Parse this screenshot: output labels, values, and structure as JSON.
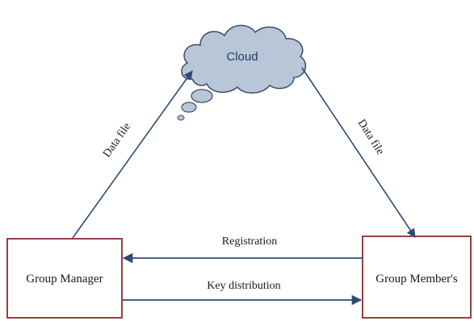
{
  "cloud": {
    "label": "Cloud",
    "fill_color": "#b9c6d8",
    "stroke_color": "#3a4e6c"
  },
  "group_manager": {
    "label": "Group Manager",
    "border_color": "#8b2b2b"
  },
  "group_members": {
    "label": "Group Member's",
    "border_color": "#8b2b2b"
  },
  "edges": {
    "manager_to_cloud": "Data file",
    "cloud_to_members": "Data file",
    "registration": "Registration",
    "key_distribution": "Key distribution"
  },
  "arrow_color": "#2f4a72"
}
